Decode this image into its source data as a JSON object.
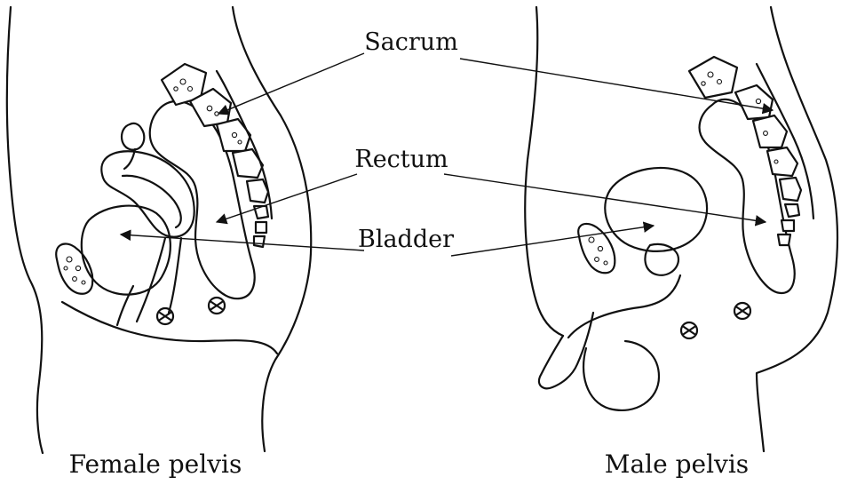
{
  "labels": {
    "sacrum": "Sacrum",
    "rectum": "Rectum",
    "bladder": "Bladder"
  },
  "captions": {
    "female": "Female pelvis",
    "male": "Male pelvis"
  },
  "colors": {
    "ink": "#111111",
    "background": "#ffffff"
  }
}
